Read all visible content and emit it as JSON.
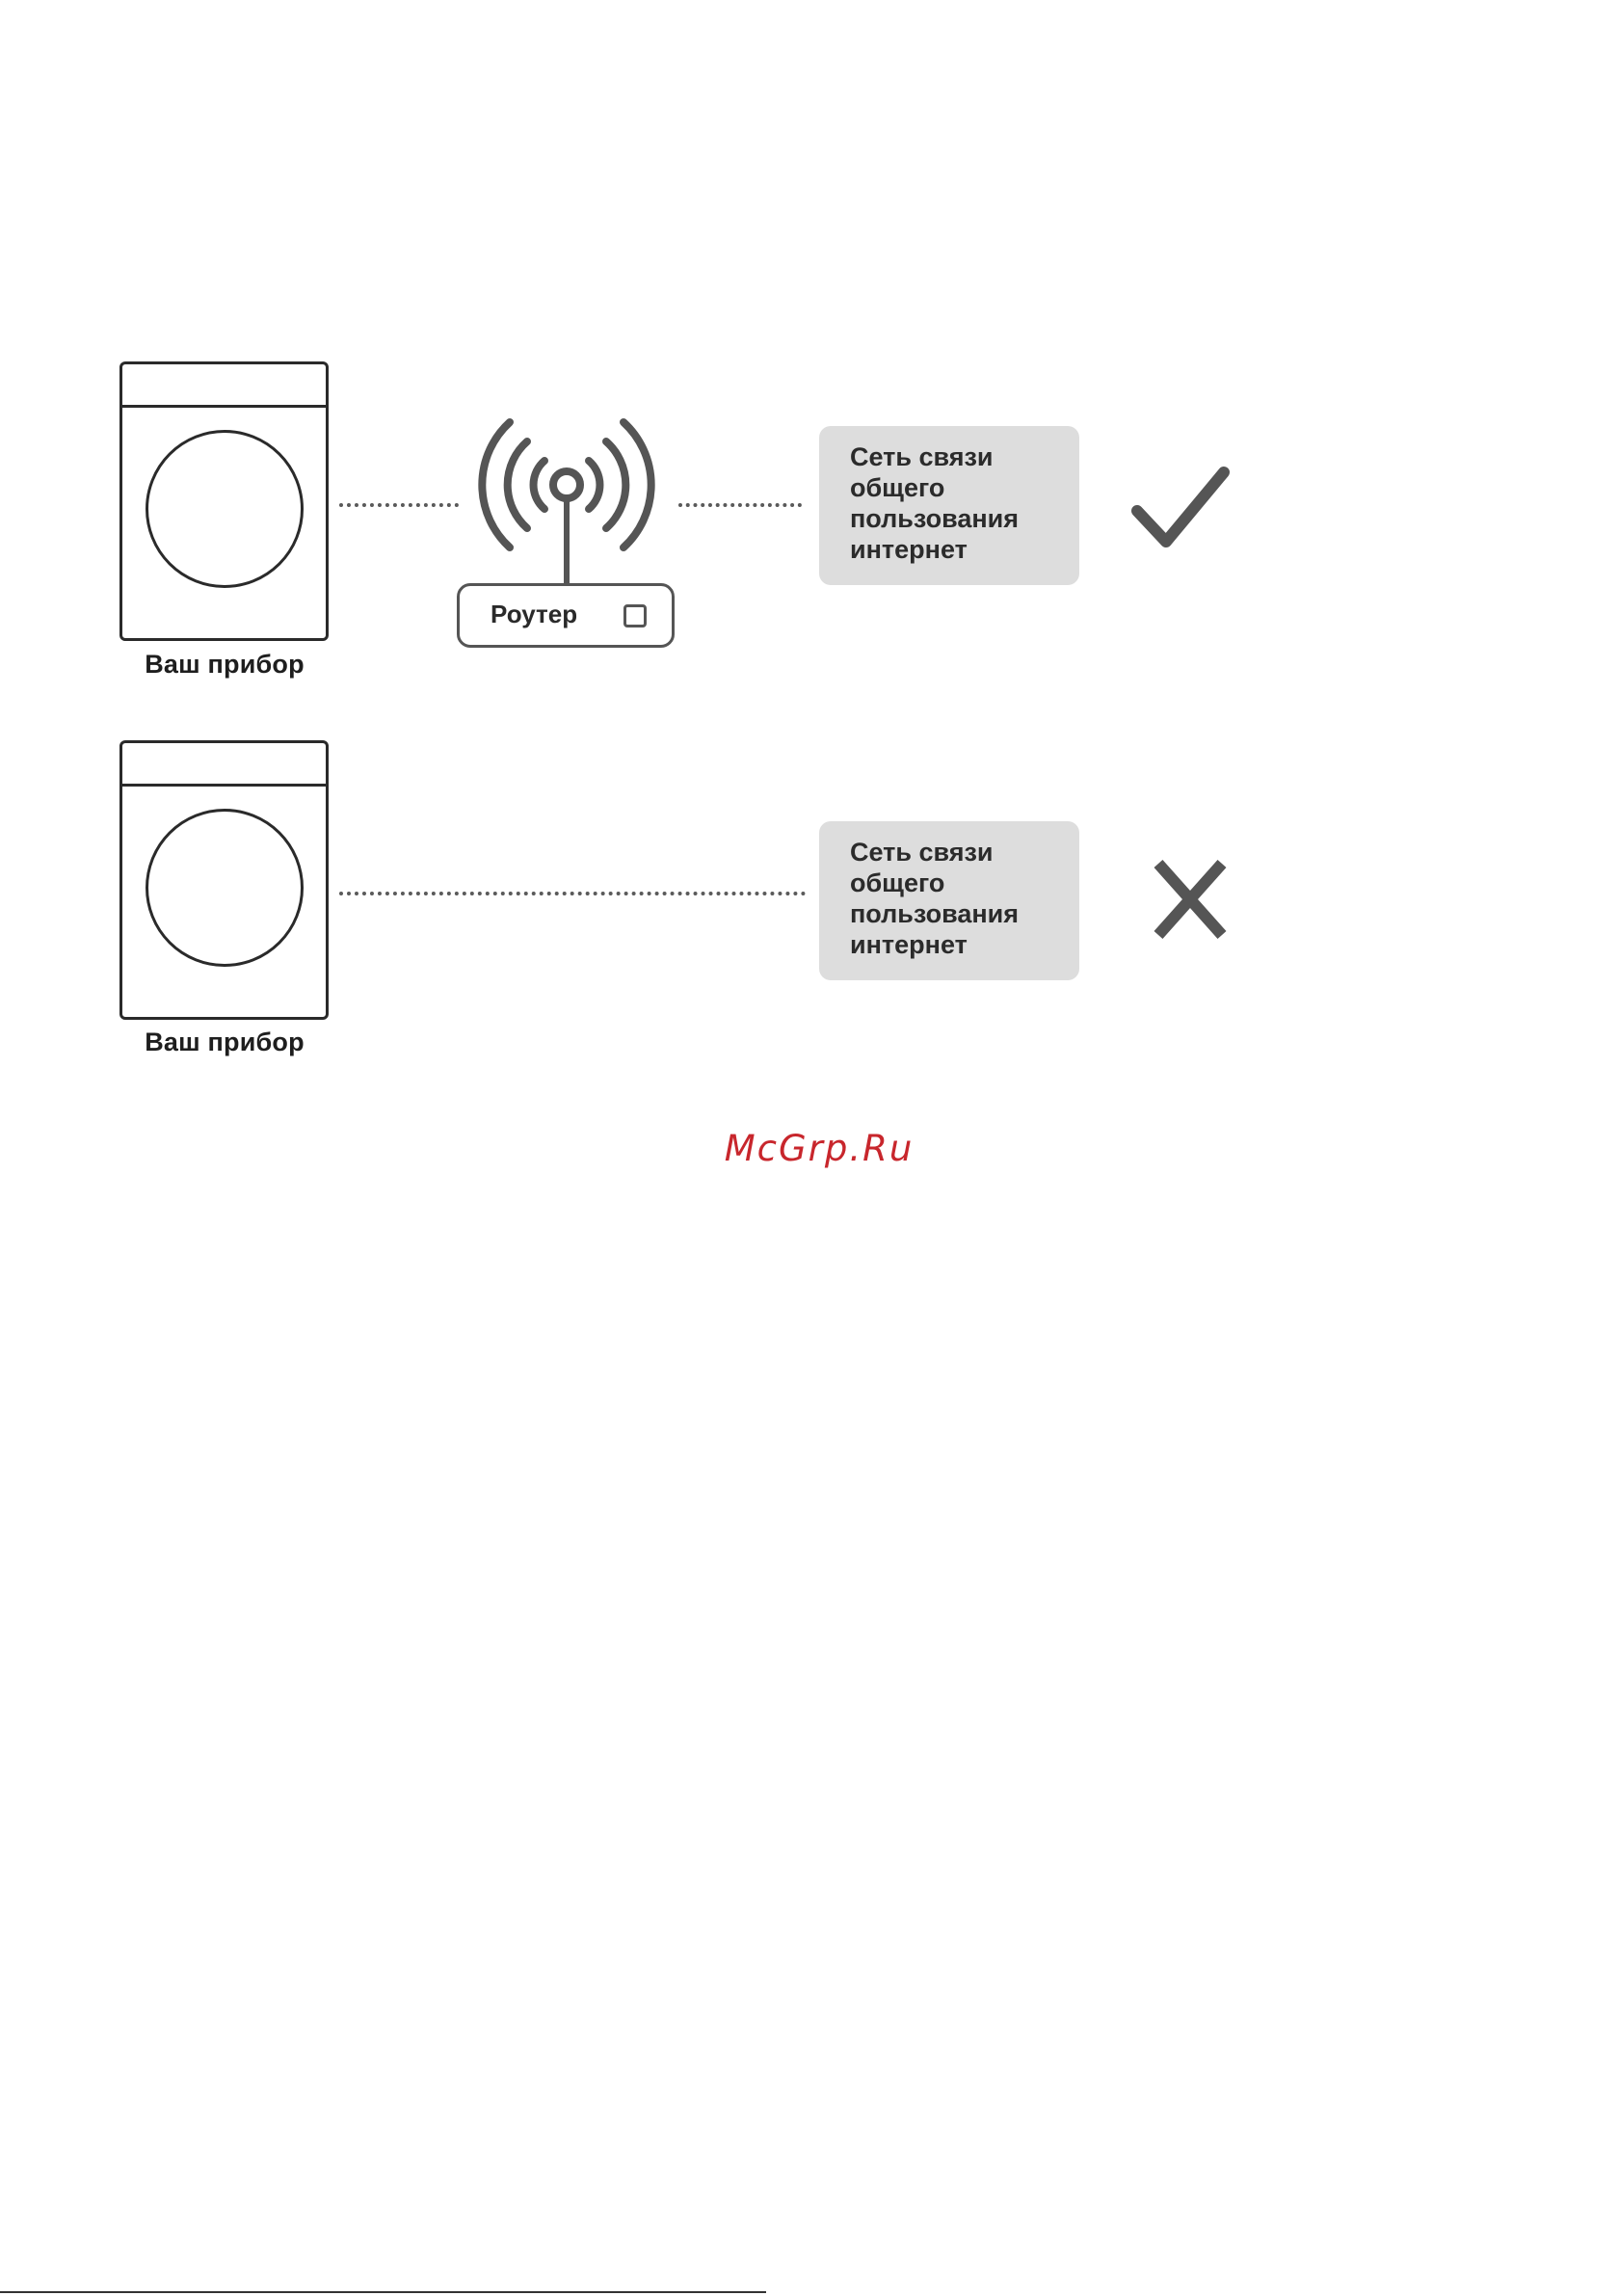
{
  "diagram": {
    "top_row": {
      "device_label": "Ваш прибор",
      "router_label": "Роутер",
      "network_lines": [
        "Сеть связи",
        "общего",
        "пользования",
        "интернет"
      ],
      "result_icon": "check-icon"
    },
    "bottom_row": {
      "device_label": "Ваш прибор",
      "network_lines": [
        "Сеть связи",
        "общего",
        "пользования",
        "интернет"
      ],
      "result_icon": "cross-icon"
    },
    "colors": {
      "outline": "#2a2a2a",
      "network_box": "#dddddd",
      "icon_gray": "#555555",
      "watermark": "#c8262c"
    }
  },
  "watermark": {
    "text": "McGrp.Ru"
  }
}
